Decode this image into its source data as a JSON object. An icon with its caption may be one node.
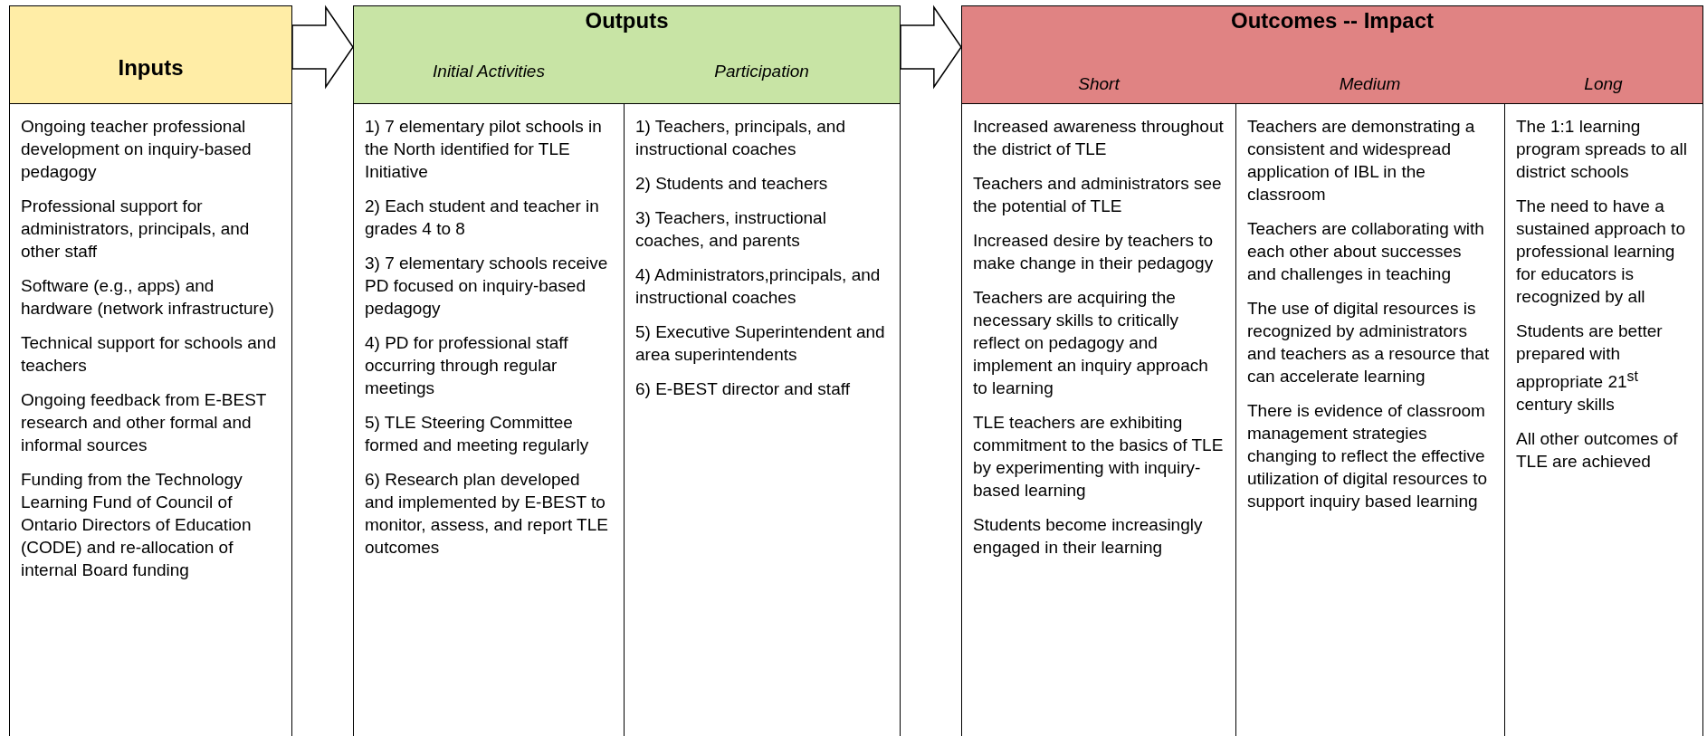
{
  "diagram": {
    "nodes": [
      {
        "text": [
          "Inputs",
          "Ongoing teacher professional development on inquiry-based pedagogy",
          "Professional support for administrators, principals, and other staff",
          "Software (e.g., apps) and hardware (network infrastructure)",
          "Technical support for schools and teachers",
          "Ongoing feedback from E-BEST research and other formal and informal sources",
          "Funding from the Technology Learning Fund of Council of Ontario Directors of Education (CODE) and re-allocation of internal Board funding"
        ]
      },
      {
        "text": [
          "Outputs"
        ]
      },
      {
        "text": [
          "Initial Activities",
          "1) 7 elementary pilot schools in the North identified for TLE Initiative",
          "2) Each student and teacher in grades 4 to 8",
          "3) 7 elementary schools receive PD focused on inquiry-based pedagogy",
          "4) PD for professional staff occurring through regular meetings",
          "5) TLE Steering Committee formed and meeting regularly",
          "6) Research plan developed and implemented by E-BEST to monitor, assess, and report TLE outcomes"
        ],
        "in": 1
      },
      {
        "text": [
          "Participation",
          "1) Teachers, principals, and instructional coaches",
          "2) Students and teachers",
          "3) Teachers, instructional coaches, and parents",
          "4) Administrators,principals, and instructional coaches",
          "5) Executive Superintendent and area superintendents",
          "6) E-BEST director and staff"
        ],
        "in": 1
      },
      {
        "text": [
          "Outcomes -- Impact"
        ]
      },
      {
        "text": [
          "Short",
          "Increased awareness throughout the district of TLE",
          "Teachers and administrators see the potential of TLE",
          "Increased desire by teachers to make change in their pedagogy",
          "Teachers are acquiring the necessary skills to critically reflect on pedagogy and implement an inquiry approach to learning",
          "TLE teachers are exhibiting commitment to the basics of TLE by experimenting with inquiry-based learning",
          "Students become increasingly engaged in their learning"
        ],
        "in": 4
      },
      {
        "text": [
          "Medium",
          "Teachers are demonstrating a consistent and widespread application of IBL in the classroom",
          "Teachers are collaborating with each other about successes and challenges in teaching",
          "The use of digital resources is recognized by administrators and teachers as a resource that can accelerate learning",
          "There is evidence of classroom management strategies changing to reflect the effective utilization of digital resources to support inquiry based learning"
        ],
        "in": 4
      },
      {
        "text": [
          "Long",
          "The 1:1 learning program spreads to all district schools",
          "The need to have a sustained approach to professional learning for educators is recognized by all",
          "Students are better prepared with appropriate 21$^{st}$ century skills",
          "All other outcomes of TLE are achieved"
        ],
        "in": 4
      }
    ],
    "edges": [
      {
        "from": 0,
        "to": 1,
        "arrow": "to"
      },
      {
        "from": 1,
        "to": 4,
        "arrow": "to"
      }
    ]
  }
}
